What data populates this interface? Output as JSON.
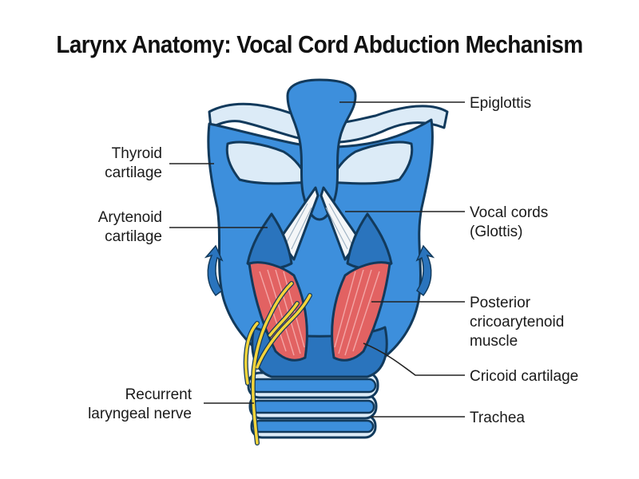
{
  "title": "Larynx Anatomy: Vocal Cord Abduction Mechanism",
  "colors": {
    "cartilage": "#3d8fdc",
    "cartilage_dark": "#2a74bd",
    "membrane": "#dcebf7",
    "muscle": "#e26262",
    "muscle_stripe": "#f3a6a6",
    "nerve": "#f4d43a",
    "outline": "#123a5c",
    "vocal_cord": "#f4f6f8"
  },
  "labels": {
    "epiglottis": "Epiglottis",
    "thyroid": [
      "Thyroid",
      "cartilage"
    ],
    "arytenoid": [
      "Arytenoid",
      "cartilage"
    ],
    "vocal_cords": [
      "Vocal cords",
      "(Glottis)"
    ],
    "pca": [
      "Posterior",
      "cricoarytenoid",
      "muscle"
    ],
    "cricoid": "Cricoid cartilage",
    "nerve": [
      "Recurrent",
      "laryngeal nerve"
    ],
    "trachea": "Trachea"
  }
}
